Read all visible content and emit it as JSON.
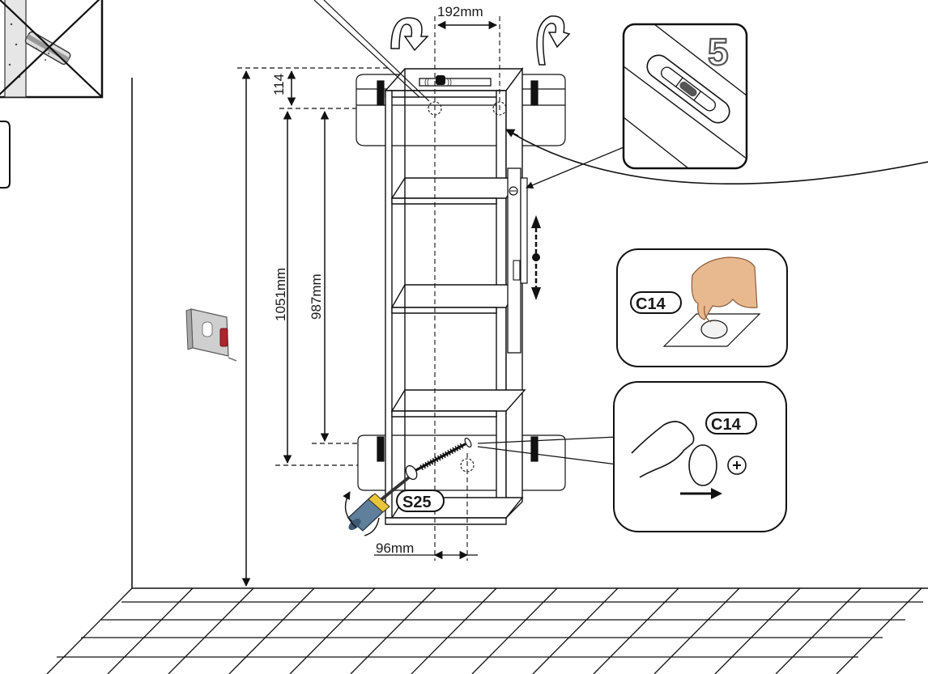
{
  "step": {
    "number": "5"
  },
  "dimensions": {
    "shelf_width": "192mm",
    "top_offset": "114",
    "total_height": "1051mm",
    "hole_height": "987mm",
    "bottom_hole_spacing": "96mm"
  },
  "parts": {
    "screw_code": "S25",
    "cap_code_top": "C14",
    "cap_code_bottom": "C14"
  },
  "icons": [
    "no-wall-plug-icon",
    "rotate-arrow-icon",
    "spirit-level-icon",
    "tape-measure-icon",
    "screwdriver-icon",
    "screw-cap-icon",
    "hand-icon"
  ]
}
